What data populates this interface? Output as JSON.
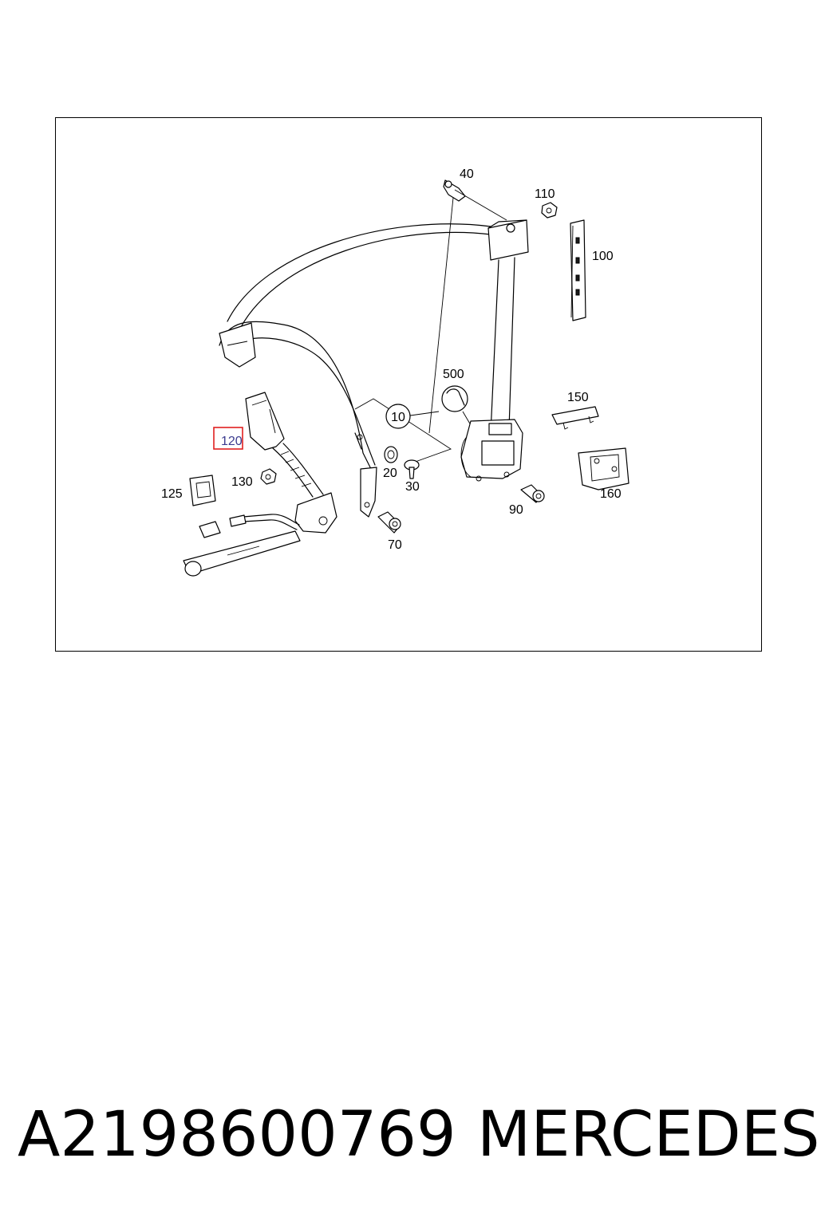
{
  "diagram": {
    "callouts": {
      "c10": "10",
      "c20": "20",
      "c30": "30",
      "c40": "40",
      "c70": "70",
      "c90": "90",
      "c100": "100",
      "c110": "110",
      "c120": "120",
      "c125": "125",
      "c130": "130",
      "c150": "150",
      "c160": "160",
      "c500": "500"
    },
    "highlight_color": "#e02020"
  },
  "footer": {
    "part_number": "A2198600769",
    "brand": "MERCEDES"
  }
}
